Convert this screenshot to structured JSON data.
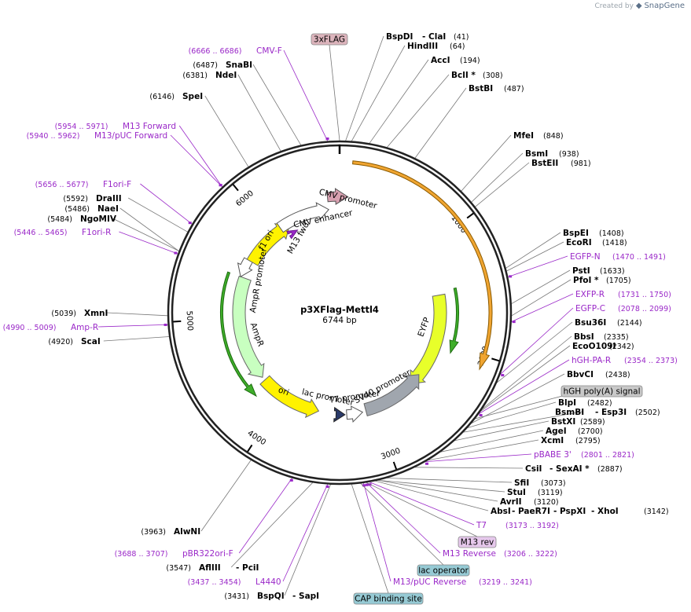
{
  "credit": {
    "prefix": "Created by",
    "brand": "SnapGene"
  },
  "plasmid": {
    "name": "p3XFlag-Mettl4",
    "size": "6744 bp"
  },
  "ticks": [
    "1000",
    "2000",
    "3000",
    "4000",
    "5000",
    "6000"
  ],
  "colors": {
    "enzyme": "#000000",
    "primer": "#9a28c8",
    "orange_feature": "#f0a531",
    "yellow_feature": "#fff200",
    "green_feature": "#c8ffc0",
    "gray_feature": "#a0a6ae",
    "flag_box": "#dcb4bc",
    "operator_box": "#96cad4",
    "terminator_box": "#c8c8c8",
    "primer_box": "#e6c8ec"
  },
  "features": [
    {
      "id": "eyfp",
      "label": "EYFP",
      "icon": "arrow"
    },
    {
      "id": "cmv-promoter",
      "label": "CMV promoter",
      "icon": "arrow"
    },
    {
      "id": "cmv-enhancer",
      "label": "CMV enhancer",
      "icon": "arrow"
    },
    {
      "id": "f1-ori",
      "label": "f1 ori",
      "icon": "arrow"
    },
    {
      "id": "ampr-promoter",
      "label": "AmpR promoter",
      "icon": "arrow"
    },
    {
      "id": "ampr",
      "label": "AmpR",
      "icon": "arrow"
    },
    {
      "id": "ori",
      "label": "ori",
      "icon": "arrow"
    },
    {
      "id": "sv40-promoter",
      "label": "SV40 promoter",
      "icon": "arrow"
    },
    {
      "id": "t7-promoter",
      "label": "T7 promoter",
      "icon": "arrow"
    },
    {
      "id": "lac-promoter",
      "label": "lac promoter",
      "icon": "arrow"
    },
    {
      "id": "m13-fwd",
      "label": "M13 fwd",
      "icon": "arrow"
    }
  ],
  "boxed_labels": [
    {
      "id": "3xflag",
      "text": "3xFLAG",
      "style": "flag"
    },
    {
      "id": "hgh-polya",
      "text": "hGH poly(A) signal",
      "style": "terminator"
    },
    {
      "id": "m13-rev",
      "text": "M13 rev",
      "style": "primer"
    },
    {
      "id": "lac-operator",
      "text": "lac operator",
      "style": "operator"
    },
    {
      "id": "cap-binding-site",
      "text": "CAP binding site",
      "style": "operator"
    }
  ],
  "sites": [
    {
      "name": "BspDI",
      "pos": "",
      "kind": "enzyme"
    },
    {
      "name": "- ClaI",
      "pos": "(41)",
      "kind": "enzyme"
    },
    {
      "name": "HindIII",
      "pos": "(64)",
      "kind": "enzyme"
    },
    {
      "name": "AccI",
      "pos": "(194)",
      "kind": "enzyme"
    },
    {
      "name": "BclI *",
      "pos": "(308)",
      "kind": "enzyme"
    },
    {
      "name": "BstBI",
      "pos": "(487)",
      "kind": "enzyme"
    },
    {
      "name": "MfeI",
      "pos": "(848)",
      "kind": "enzyme"
    },
    {
      "name": "BsmI",
      "pos": "(938)",
      "kind": "enzyme"
    },
    {
      "name": "BstEII",
      "pos": "(981)",
      "kind": "enzyme"
    },
    {
      "name": "BspEI",
      "pos": "(1408)",
      "kind": "enzyme"
    },
    {
      "name": "EcoRI",
      "pos": "(1418)",
      "kind": "enzyme"
    },
    {
      "name": "EGFP-N",
      "pos": "(1470 .. 1491)",
      "kind": "primer"
    },
    {
      "name": "PstI",
      "pos": "(1633)",
      "kind": "enzyme"
    },
    {
      "name": "PfoI *",
      "pos": "(1705)",
      "kind": "enzyme"
    },
    {
      "name": "EXFP-R",
      "pos": "(1731 .. 1750)",
      "kind": "primer"
    },
    {
      "name": "EGFP-C",
      "pos": "(2078 .. 2099)",
      "kind": "primer"
    },
    {
      "name": "Bsu36I",
      "pos": "(2144)",
      "kind": "enzyme"
    },
    {
      "name": "BbsI",
      "pos": "(2335)",
      "kind": "enzyme"
    },
    {
      "name": "EcoO109I",
      "pos": "(2342)",
      "kind": "enzyme"
    },
    {
      "name": "hGH-PA-R",
      "pos": "(2354 .. 2373)",
      "kind": "primer"
    },
    {
      "name": "BbvCI",
      "pos": "(2438)",
      "kind": "enzyme"
    },
    {
      "name": "BlpI",
      "pos": "(2482)",
      "kind": "enzyme"
    },
    {
      "name": "BsmBI",
      "pos": "",
      "kind": "enzyme"
    },
    {
      "name": "- Esp3I",
      "pos": "(2502)",
      "kind": "enzyme"
    },
    {
      "name": "BstXI",
      "pos": "(2589)",
      "kind": "enzyme"
    },
    {
      "name": "AgeI",
      "pos": "(2700)",
      "kind": "enzyme"
    },
    {
      "name": "XcmI",
      "pos": "(2795)",
      "kind": "enzyme"
    },
    {
      "name": "pBABE 3'",
      "pos": "(2801 .. 2821)",
      "kind": "primer"
    },
    {
      "name": "CsiI",
      "pos": "",
      "kind": "enzyme"
    },
    {
      "name": "- SexAI *",
      "pos": "(2887)",
      "kind": "enzyme"
    },
    {
      "name": "SfiI",
      "pos": "(3073)",
      "kind": "enzyme"
    },
    {
      "name": "StuI",
      "pos": "(3119)",
      "kind": "enzyme"
    },
    {
      "name": "AvrII",
      "pos": "(3120)",
      "kind": "enzyme"
    },
    {
      "name": "AbsI",
      "pos": "",
      "kind": "enzyme"
    },
    {
      "name": "- PaeR7I",
      "pos": "",
      "kind": "enzyme"
    },
    {
      "name": "- PspXI",
      "pos": "",
      "kind": "enzyme"
    },
    {
      "name": "- XhoI",
      "pos": "(3142)",
      "kind": "enzyme"
    },
    {
      "name": "T7",
      "pos": "(3173 .. 3192)",
      "kind": "primer"
    },
    {
      "name": "M13 Reverse",
      "pos": "(3206 .. 3222)",
      "kind": "primer"
    },
    {
      "name": "M13/pUC Reverse",
      "pos": "(3219 .. 3241)",
      "kind": "primer"
    },
    {
      "name": "BspQI",
      "pos": "(3431)",
      "kind": "enzyme"
    },
    {
      "name": "- SapI",
      "pos": "",
      "kind": "enzyme"
    },
    {
      "name": "L4440",
      "pos": "(3437 .. 3454)",
      "kind": "primer"
    },
    {
      "name": "AflIII",
      "pos": "(3547)",
      "kind": "enzyme"
    },
    {
      "name": "- PciI",
      "pos": "",
      "kind": "enzyme"
    },
    {
      "name": "pBR322ori-F",
      "pos": "(3688 .. 3707)",
      "kind": "primer"
    },
    {
      "name": "AlwNI",
      "pos": "(3963)",
      "kind": "enzyme"
    },
    {
      "name": "ScaI",
      "pos": "(4920)",
      "kind": "enzyme"
    },
    {
      "name": "Amp-R",
      "pos": "(4990 .. 5009)",
      "kind": "primer"
    },
    {
      "name": "XmnI",
      "pos": "(5039)",
      "kind": "enzyme"
    },
    {
      "name": "F1ori-R",
      "pos": "(5446 .. 5465)",
      "kind": "primer"
    },
    {
      "name": "NgoMIV",
      "pos": "(5484)",
      "kind": "enzyme"
    },
    {
      "name": "NaeI",
      "pos": "(5486)",
      "kind": "enzyme"
    },
    {
      "name": "DraIII",
      "pos": "(5592)",
      "kind": "enzyme"
    },
    {
      "name": "F1ori-F",
      "pos": "(5656 .. 5677)",
      "kind": "primer"
    },
    {
      "name": "M13/pUC Forward",
      "pos": "(5940 .. 5962)",
      "kind": "primer"
    },
    {
      "name": "M13 Forward",
      "pos": "(5954 .. 5971)",
      "kind": "primer"
    },
    {
      "name": "SpeI",
      "pos": "(6146)",
      "kind": "enzyme"
    },
    {
      "name": "NdeI",
      "pos": "(6381)",
      "kind": "enzyme"
    },
    {
      "name": "SnaBI",
      "pos": "(6487)",
      "kind": "enzyme"
    },
    {
      "name": "CMV-F",
      "pos": "(6666 .. 6686)",
      "kind": "primer"
    }
  ]
}
